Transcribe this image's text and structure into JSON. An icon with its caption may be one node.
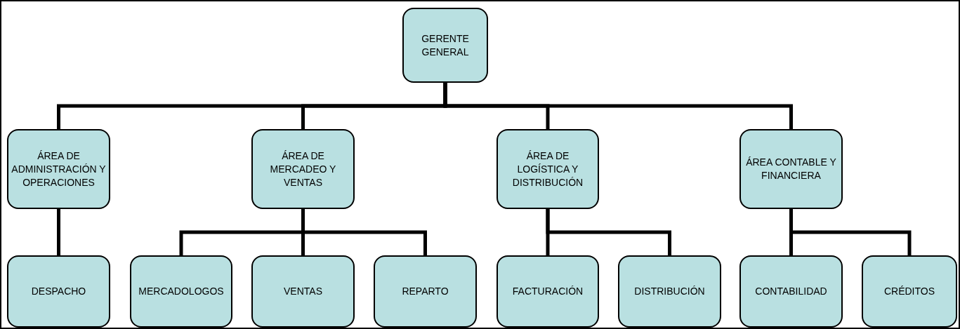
{
  "diagram": {
    "nodes": [
      {
        "text": [
          "GERENTE GENERAL"
        ]
      },
      {
        "text": [
          "ÁREA DE ADMINISTRACIÓN Y OPERACIONES"
        ]
      },
      {
        "text": [
          "ÁREA DE MERCADEO Y VENTAS"
        ]
      },
      {
        "text": [
          "ÁREA DE LOGÍSTICA Y DISTRIBUCIÓN"
        ]
      },
      {
        "text": [
          "ÁREA CONTABLE Y FINANCIERA"
        ]
      },
      {
        "text": [
          "DESPACHO"
        ]
      },
      {
        "text": [
          "MERCADOLOGOS"
        ]
      },
      {
        "text": [
          "VENTAS"
        ]
      },
      {
        "text": [
          "REPARTO"
        ]
      },
      {
        "text": [
          "FACTURACIÓN"
        ]
      },
      {
        "text": [
          "DISTRIBUCIÓN"
        ]
      },
      {
        "text": [
          "CONTABILIDAD"
        ]
      },
      {
        "text": [
          "CRÉDITOS"
        ]
      }
    ],
    "edges": [
      {
        "from": 0,
        "to": 1,
        "arrow": "none"
      },
      {
        "from": 0,
        "to": 2,
        "arrow": "none"
      },
      {
        "from": 0,
        "to": 3,
        "arrow": "none"
      },
      {
        "from": 0,
        "to": 4,
        "arrow": "none"
      },
      {
        "from": 1,
        "to": 5,
        "arrow": "none"
      },
      {
        "from": 2,
        "to": 6,
        "arrow": "none"
      },
      {
        "from": 2,
        "to": 7,
        "arrow": "none"
      },
      {
        "from": 2,
        "to": 8,
        "arrow": "none"
      },
      {
        "from": 3,
        "to": 9,
        "arrow": "none"
      },
      {
        "from": 3,
        "to": 10,
        "arrow": "none"
      },
      {
        "from": 4,
        "to": 11,
        "arrow": "none"
      },
      {
        "from": 4,
        "to": 12,
        "arrow": "none"
      }
    ]
  }
}
